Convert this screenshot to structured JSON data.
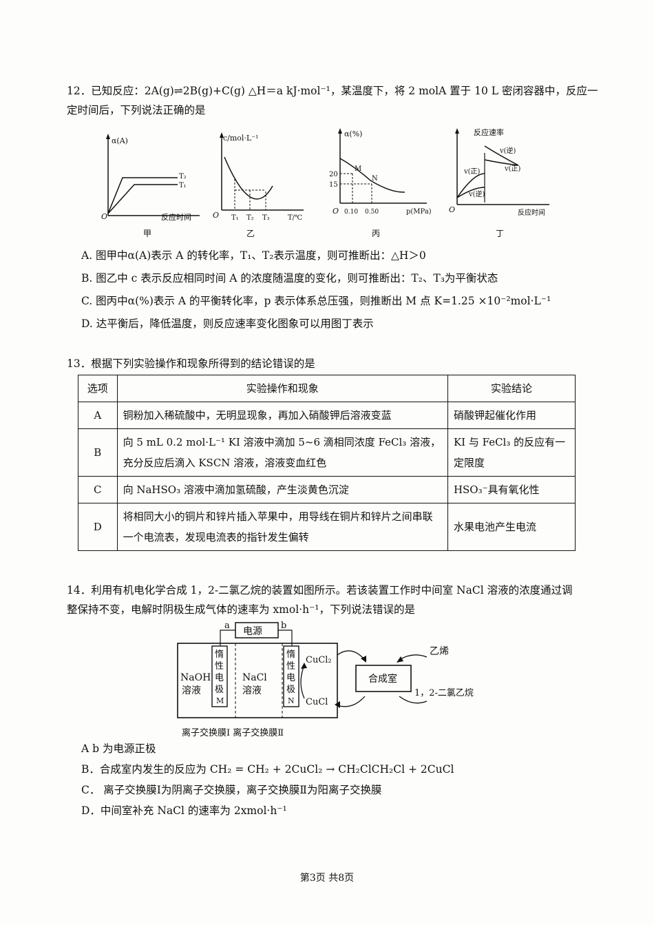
{
  "q12": {
    "stem_line1": "12．已知反应：2A(g)⇌2B(g)+C(g) △H＝a kJ·mol⁻¹，某温度下，将 2 molA 置于 10 L 密闭容器中，反应一",
    "stem_line2": "定时间后，下列说法正确的是",
    "graph_jia": {
      "ylabel": "α(A)",
      "xlabel": "反应时间",
      "origin": "O",
      "curve1": "T₂",
      "curve2": "T₁",
      "caption": "甲"
    },
    "graph_yi": {
      "ylabel": "c/mol·L⁻¹",
      "xlabel": "T/℃",
      "origin": "O",
      "t1": "T₁",
      "t2": "T₂",
      "t3": "T₃",
      "caption": "乙"
    },
    "graph_bing": {
      "ylabel": "α(%)",
      "xlabel": "p(MPa)",
      "origin": "O",
      "y20": "20",
      "y15": "15",
      "x1": "0.10",
      "x2": "0.50",
      "pM": "M",
      "pN": "N",
      "caption": "丙"
    },
    "graph_ding": {
      "ylabel": "反应速率",
      "xlabel": "反应时间",
      "origin": "O",
      "l1": "v(正)",
      "l2": "v(逆)",
      "l3": "v(逆)",
      "l4": "v(正)",
      "caption": "丁"
    },
    "options": [
      "A.  图甲中α(A)表示 A 的转化率，T₁、T₂表示温度，则可推断出：△H＞0",
      "B.  图乙中 c 表示反应相同时间 A 的浓度随温度的变化，则可推断出：T₂、T₃为平衡状态",
      "C.  图丙中α(%)表示 A 的平衡转化率，p 表示体系总压强，则推断出 M 点 K=1.25 ×10⁻²mol·L⁻¹",
      "D.  达平衡后，降低温度，则反应速率变化图象可以用图丁表示"
    ]
  },
  "q13": {
    "stem": "13．根据下列实验操作和现象所得到的结论错误的是",
    "headers": [
      "选项",
      "实验操作和现象",
      "实验结论"
    ],
    "rows": [
      {
        "opt": "A",
        "op": "铜粉加入稀硫酸中，无明显现象，再加入硝酸钾后溶液变蓝",
        "concl": "硝酸钾起催化作用"
      },
      {
        "opt": "B",
        "op": "向 5 mL 0.2 mol·L⁻¹ KI 溶液中滴加 5~6 滴相同浓度 FeCl₃ 溶液，充分反应后滴入 KSCN 溶液，溶液变血红色",
        "concl": "KI 与 FeCl₃ 的反应有一定限度"
      },
      {
        "opt": "C",
        "op": "向 NaHSO₃ 溶液中滴加氢硫酸，产生淡黄色沉淀",
        "concl": "HSO₃⁻具有氧化性"
      },
      {
        "opt": "D",
        "op": "将相同大小的铜片和锌片插入苹果中，用导线在铜片和锌片之间串联一个电流表，发现电流表的指针发生偏转",
        "concl": "水果电池产生电流"
      }
    ]
  },
  "q14": {
    "stem_line1": "14．利用有机电化学合成 1，2-二氯乙烷的装置如图所示。若该装置工作时中间室 NaCl 溶液的浓度通过调",
    "stem_line2": "整保持不变，电解时阴极生成气体的速率为 xmol·h⁻¹，下列说法错误的是",
    "diagram": {
      "power": "电源",
      "a": "a",
      "b": "b",
      "left_sol": "NaOH溶液",
      "mid_sol": "NaCl溶液",
      "electrode_m": "惰性电极M",
      "electrode_n": "惰性电极N",
      "cucl2": "CuCl₂",
      "cucl": "CuCl",
      "synth": "合成室",
      "ethylene": "乙烯",
      "product": "1，2-二氯乙烷",
      "membrane_label": "离子交换膜Ⅰ   离子交换膜Ⅱ"
    },
    "options": [
      "A   b 为电源正极",
      "B．合成室内发生的反应为 CH₂ = CH₂ + 2CuCl₂ → CH₂ClCH₂Cl + 2CuCl",
      "C． 离子交换膜Ⅰ为阴离子交换膜，离子交换膜Ⅱ为阳离子交换膜",
      "D．中间室补充 NaCl 的速率为 2xmol·h⁻¹"
    ]
  },
  "footer": "第3页 共8页"
}
